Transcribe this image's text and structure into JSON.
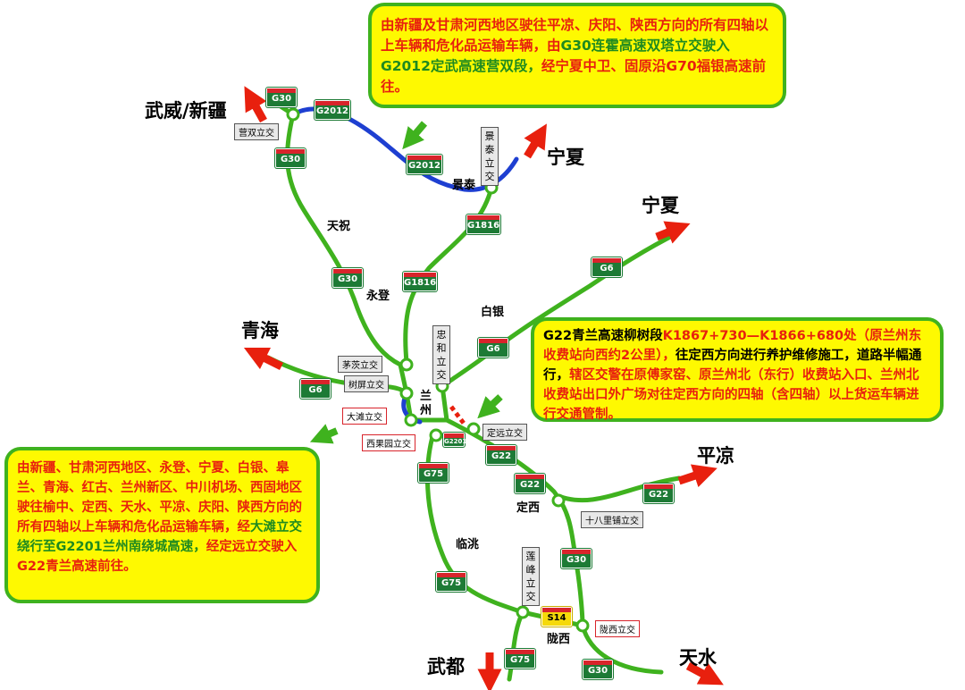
{
  "notes": {
    "top": {
      "p1": "由新疆及甘肃河西地区驶往平凉、庆阳、陕西方向的所有四轴以上车辆和危化品运输车辆，由",
      "p2": "G30连霍高速双塔立交驶入G2012定武高速营双段，",
      "p3": "经宁夏中卫、固原沿G70福银高速前往。"
    },
    "right": {
      "p1": "G22青兰高速柳树段",
      "p2": "K1867+730—K1866+680处（原兰州东收费站向西约2公里），",
      "p3": "往定西方向进行养护维修施工，道路半幅通行，",
      "p4": "辖区交警在原傅家窑、原兰州北（东行）收费站入口、兰州北收费站出口外广场对往定西方向的四轴（含四轴）以上货运车辆进行交通管制。"
    },
    "left": {
      "p1": "由新疆、甘肃河西地区、永登、宁夏、白银、皋兰、青海、红古、兰州新区、中川机场、西固地区驶往榆中、定西、天水、平凉、庆阳、陕西方向的所有四轴以上车辆和危化品运输车辆，经",
      "p2": "大滩立交绕行至G2201兰州南绕城高速，",
      "p3": "经定远立交驶入G22青兰高速前往。"
    }
  },
  "places": {
    "wuwei": "武威/新疆",
    "ningxia1": "宁夏",
    "ningxia2": "宁夏",
    "qinghai": "青海",
    "pingliang": "平凉",
    "wudu": "武都",
    "tianshui": "天水",
    "jingtai": "景泰",
    "tianzhu": "天祝",
    "yongdeng": "永登",
    "baiyin": "白银",
    "lanzhou": "兰州",
    "dingxi": "定西",
    "lintao": "临洮",
    "longxi": "陇西"
  },
  "interchanges": {
    "yingshuang": "营双立交",
    "maoci": "茅茨立交",
    "shuping": "树屏立交",
    "datan": "大滩立交",
    "xiguoyuan": "西果园立交",
    "dingyuan": "定远立交",
    "shibalipu": "十八里铺立交",
    "longxi": "陇西立交",
    "jingtai": "景泰立交",
    "zhonghe": "忠和立交",
    "lianfeng": "莲峰立交"
  },
  "shields": {
    "g30": "G30",
    "g2012": "G2012",
    "g1816": "G1816",
    "g6": "G6",
    "g22": "G22",
    "g75": "G75",
    "s14": "S14",
    "g2201": "G2201"
  },
  "colors": {
    "road": "#3fb21e",
    "detour": "#1e3fd1",
    "arrow": "#e8200e",
    "note_bg": "#fef901",
    "note_border": "#3fb21e",
    "closed": "#e8200e"
  }
}
